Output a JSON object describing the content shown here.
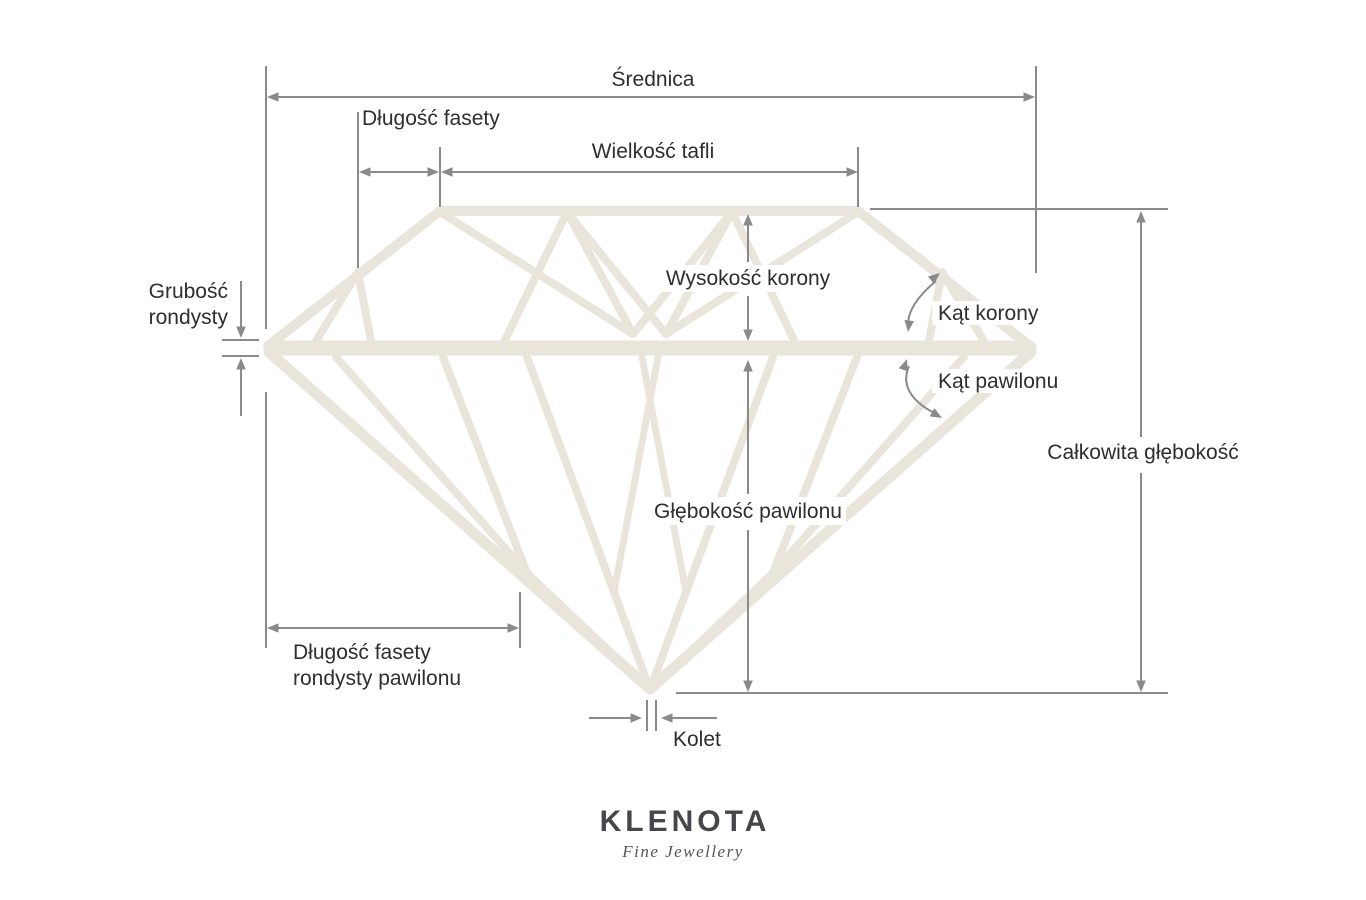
{
  "colors": {
    "background": "#ffffff",
    "diamond_facet": "#EAE5DB",
    "dimension_gray": "#8a8a8a",
    "label_text": "#2e2e2e",
    "logo_text": "#47474b"
  },
  "labels": {
    "diameter": "Średnica",
    "facet_length": "Długość fasety",
    "table_size": "Wielkość tafli",
    "crown_height": "Wysokość korony",
    "crown_angle": "Kąt korony",
    "pavilion_angle": "Kąt pawilonu",
    "girdle_thickness_line1": "Grubość",
    "girdle_thickness_line2": "rondysty",
    "total_depth": "Całkowita głębokość",
    "pavilion_depth": "Głębokość pawilonu",
    "lower_girdle_facet_line1": "Długość fasety",
    "lower_girdle_facet_line2": "rondysty pawilonu",
    "culet": "Kolet"
  },
  "logo": {
    "name": "KLENOTA",
    "tagline": "Fine Jewellery"
  }
}
